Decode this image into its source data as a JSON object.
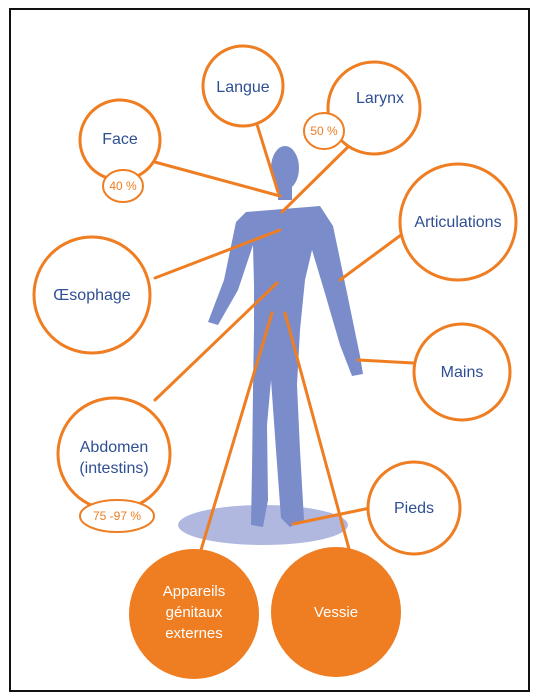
{
  "colors": {
    "accent": "#ef7d22",
    "figure": "#7b8ccb",
    "ground": "#b0b8e0",
    "label_text": "#2f4f93"
  },
  "nodes": {
    "langue": {
      "label": "Langue"
    },
    "larynx": {
      "label": "Larynx",
      "percent": "50 %"
    },
    "face": {
      "label": "Face",
      "percent": "40 %"
    },
    "articulations": {
      "label": "Articulations"
    },
    "oesophage": {
      "label": "Œsophage"
    },
    "mains": {
      "label": "Mains"
    },
    "abdomen": {
      "label_line1": "Abdomen",
      "label_line2": "(intestins)",
      "percent": "75 -97 %"
    },
    "pieds": {
      "label": "Pieds"
    },
    "genitaux": {
      "label_line1": "Appareils",
      "label_line2": "génitaux",
      "label_line3": "externes"
    },
    "vessie": {
      "label": "Vessie"
    }
  }
}
